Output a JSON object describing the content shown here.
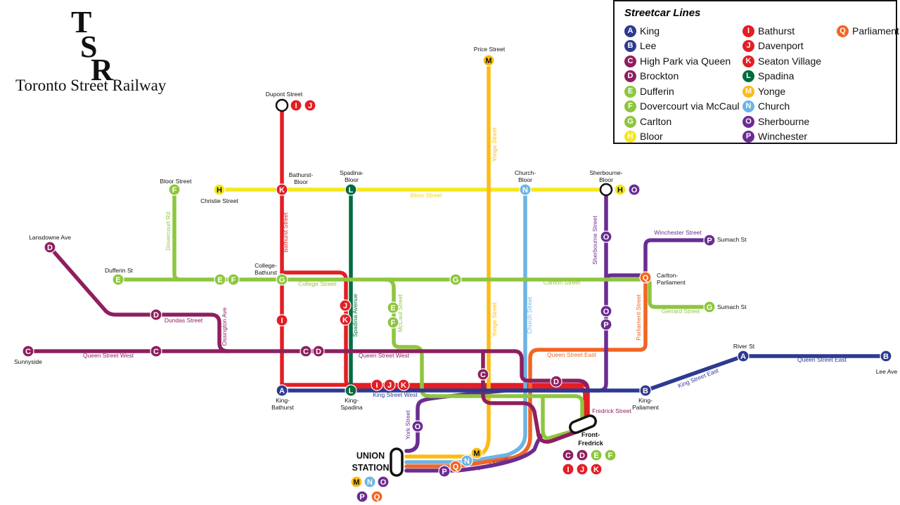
{
  "logo": {
    "letter1": "T",
    "letter2": "S",
    "letter3": "R",
    "name": "Toronto Street Railway"
  },
  "legend": {
    "title": "Streetcar Lines",
    "items": [
      {
        "letter": "A",
        "name": "King",
        "color": "#2e3a91"
      },
      {
        "letter": "B",
        "name": "Lee",
        "color": "#2e3a91"
      },
      {
        "letter": "C",
        "name": "High Park via Queen",
        "color": "#8e1f5f"
      },
      {
        "letter": "D",
        "name": "Brockton",
        "color": "#8e1f5f"
      },
      {
        "letter": "E",
        "name": "Dufferin",
        "color": "#8dc63f"
      },
      {
        "letter": "F",
        "name": "Dovercourt via McCaul",
        "color": "#8dc63f"
      },
      {
        "letter": "G",
        "name": "Carlton",
        "color": "#8dc63f"
      },
      {
        "letter": "H",
        "name": "Bloor",
        "color": "#f5e71c"
      },
      {
        "letter": "I",
        "name": "Bathurst",
        "color": "#e31e24"
      },
      {
        "letter": "J",
        "name": "Davenport",
        "color": "#e31e24"
      },
      {
        "letter": "K",
        "name": "Seaton Village",
        "color": "#e31e24"
      },
      {
        "letter": "L",
        "name": "Spadina",
        "color": "#006b3f"
      },
      {
        "letter": "M",
        "name": "Yonge",
        "color": "#fdbb12"
      },
      {
        "letter": "N",
        "name": "Church",
        "color": "#6cb4e4"
      },
      {
        "letter": "O",
        "name": "Sherbourne",
        "color": "#6b2c91"
      },
      {
        "letter": "P",
        "name": "Winchester",
        "color": "#6b2c91"
      },
      {
        "letter": "Q",
        "name": "Parliament",
        "color": "#f26522"
      }
    ]
  },
  "colors": {
    "king": "#2e3a91",
    "queen": "#8e1f5f",
    "green": "#8dc63f",
    "bloor": "#f5e71c",
    "red": "#e31e24",
    "spadina": "#006b3f",
    "yonge": "#fdbb12",
    "church": "#6cb4e4",
    "purple": "#6b2c91",
    "parliament": "#f26522",
    "text": "#111111"
  },
  "stations": [
    {
      "id": "dupont",
      "label": [
        "Dupont Street"
      ]
    },
    {
      "id": "price",
      "label": [
        "Price Street"
      ]
    },
    {
      "id": "bloor-st",
      "label": [
        "Bloor Street"
      ]
    },
    {
      "id": "christie",
      "label": [
        "Christie Street"
      ]
    },
    {
      "id": "bathurst-bloor",
      "label": [
        "Bathurst-",
        "Bloor"
      ]
    },
    {
      "id": "spadina-bloor",
      "label": [
        "Spadina-",
        "Bloor"
      ]
    },
    {
      "id": "church-bloor",
      "label": [
        "Church-",
        "Bloor"
      ]
    },
    {
      "id": "sherbourne-bloor",
      "label": [
        "Sherbourne-",
        "Bloor"
      ]
    },
    {
      "id": "lansdowne",
      "label": [
        "Lansdowne Ave"
      ]
    },
    {
      "id": "dufferin",
      "label": [
        "Dufferin St"
      ]
    },
    {
      "id": "college-bathurst",
      "label": [
        "College-",
        "Bathurst"
      ]
    },
    {
      "id": "carlton-parliament",
      "label": [
        "Carlton-",
        "Parliament"
      ]
    },
    {
      "id": "sumach-1",
      "label": [
        "Sumach St"
      ]
    },
    {
      "id": "sumach-2",
      "label": [
        "Sumach St"
      ]
    },
    {
      "id": "sunnyside",
      "label": [
        "Sunnyside"
      ]
    },
    {
      "id": "river",
      "label": [
        "River St"
      ]
    },
    {
      "id": "lee-ave",
      "label": [
        "Lee Ave"
      ]
    },
    {
      "id": "king-bathurst",
      "label": [
        "King-",
        "Bathurst"
      ]
    },
    {
      "id": "king-spadina",
      "label": [
        "King-",
        "Spadina"
      ]
    },
    {
      "id": "king-parliament",
      "label": [
        "King-",
        "Paliament"
      ]
    },
    {
      "id": "front-fredrick",
      "label": [
        "Front-",
        "Fredrick"
      ]
    },
    {
      "id": "union",
      "label": [
        "UNION",
        "STATION"
      ]
    }
  ],
  "streets": [
    {
      "id": "bloor",
      "text": "Bloor Street"
    },
    {
      "id": "college",
      "text": "College Street"
    },
    {
      "id": "carlton",
      "text": "Carlton Street"
    },
    {
      "id": "dundas",
      "text": "Dundas Street"
    },
    {
      "id": "queen-west-1",
      "text": "Queen Street West"
    },
    {
      "id": "queen-west-2",
      "text": "Queen Street West"
    },
    {
      "id": "queen-east-1",
      "text": "Queen Street East"
    },
    {
      "id": "queen-east-2",
      "text": "Queen Street East"
    },
    {
      "id": "king-west",
      "text": "King Street West"
    },
    {
      "id": "king-east",
      "text": "King Street East"
    },
    {
      "id": "front",
      "text": "Front Street"
    },
    {
      "id": "fredrick",
      "text": "Fredrick Street"
    },
    {
      "id": "winchester",
      "text": "Winchester Street"
    },
    {
      "id": "gerrard",
      "text": "Gerrard Street"
    },
    {
      "id": "dovercourt",
      "text": "Dovercourt Rd"
    },
    {
      "id": "bathurst",
      "text": "Bathurst Street"
    },
    {
      "id": "spadina",
      "text": "Spadina Avenue"
    },
    {
      "id": "mccaul",
      "text": "McCaul Street"
    },
    {
      "id": "yonge-1",
      "text": "Yonge Street"
    },
    {
      "id": "yonge-2",
      "text": "Yonge Street"
    },
    {
      "id": "church",
      "text": "Church Street"
    },
    {
      "id": "sherbourne",
      "text": "Sherbourne Street"
    },
    {
      "id": "parliament",
      "text": "Parliament Street"
    },
    {
      "id": "ossington",
      "text": "Ossington Ave"
    },
    {
      "id": "york",
      "text": "York Street"
    }
  ],
  "badges": [
    {
      "letter": "I",
      "line": "red"
    },
    {
      "letter": "J",
      "line": "red"
    },
    {
      "letter": "M",
      "line": "yonge"
    },
    {
      "letter": "F",
      "line": "green"
    },
    {
      "letter": "H",
      "line": "bloor"
    },
    {
      "letter": "K",
      "line": "red"
    },
    {
      "letter": "L",
      "line": "spadina"
    },
    {
      "letter": "N",
      "line": "church"
    },
    {
      "letter": "H",
      "line": "bloor"
    },
    {
      "letter": "O",
      "line": "purple"
    },
    {
      "letter": "P",
      "line": "purple"
    },
    {
      "letter": "O",
      "line": "purple"
    },
    {
      "letter": "D",
      "line": "queen"
    },
    {
      "letter": "E",
      "line": "green"
    },
    {
      "letter": "E",
      "line": "green"
    },
    {
      "letter": "F",
      "line": "green"
    },
    {
      "letter": "G",
      "line": "green"
    },
    {
      "letter": "G",
      "line": "green"
    },
    {
      "letter": "Q",
      "line": "parliament"
    },
    {
      "letter": "G",
      "line": "green"
    },
    {
      "letter": "D",
      "line": "queen"
    },
    {
      "letter": "J",
      "line": "red"
    },
    {
      "letter": "K",
      "line": "red"
    },
    {
      "letter": "I",
      "line": "red"
    },
    {
      "letter": "E",
      "line": "green"
    },
    {
      "letter": "F",
      "line": "green"
    },
    {
      "letter": "O",
      "line": "purple"
    },
    {
      "letter": "P",
      "line": "purple"
    },
    {
      "letter": "C",
      "line": "queen"
    },
    {
      "letter": "C",
      "line": "queen"
    },
    {
      "letter": "C",
      "line": "queen"
    },
    {
      "letter": "D",
      "line": "queen"
    },
    {
      "letter": "A",
      "line": "king"
    },
    {
      "letter": "B",
      "line": "king"
    },
    {
      "letter": "A",
      "line": "king"
    },
    {
      "letter": "L",
      "line": "spadina"
    },
    {
      "letter": "I",
      "line": "red"
    },
    {
      "letter": "J",
      "line": "red"
    },
    {
      "letter": "K",
      "line": "red"
    },
    {
      "letter": "C",
      "line": "queen"
    },
    {
      "letter": "D",
      "line": "queen"
    },
    {
      "letter": "B",
      "line": "king"
    },
    {
      "letter": "O",
      "line": "purple"
    },
    {
      "letter": "M",
      "line": "yonge"
    },
    {
      "letter": "N",
      "line": "church"
    },
    {
      "letter": "Q",
      "line": "parliament"
    },
    {
      "letter": "P",
      "line": "purple"
    },
    {
      "letter": "M",
      "line": "yonge"
    },
    {
      "letter": "N",
      "line": "church"
    },
    {
      "letter": "O",
      "line": "purple"
    },
    {
      "letter": "P",
      "line": "purple"
    },
    {
      "letter": "Q",
      "line": "parliament"
    },
    {
      "letter": "C",
      "line": "queen"
    },
    {
      "letter": "D",
      "line": "queen"
    },
    {
      "letter": "E",
      "line": "green"
    },
    {
      "letter": "F",
      "line": "green"
    },
    {
      "letter": "I",
      "line": "red"
    },
    {
      "letter": "J",
      "line": "red"
    },
    {
      "letter": "K",
      "line": "red"
    }
  ]
}
